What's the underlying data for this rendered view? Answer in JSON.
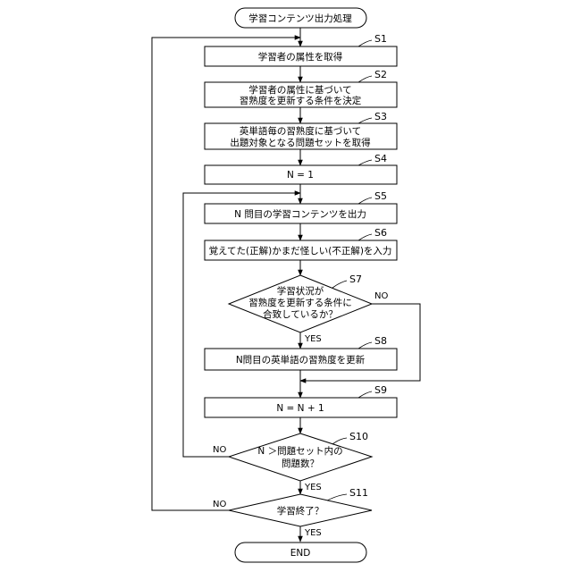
{
  "start": "学習コンテンツ出力処理",
  "end": "END",
  "steps": {
    "s1": {
      "id": "S1",
      "lines": [
        "学習者の属性を取得"
      ]
    },
    "s2": {
      "id": "S2",
      "lines": [
        "学習者の属性に基づいて",
        "習熟度を更新する条件を決定"
      ]
    },
    "s3": {
      "id": "S3",
      "lines": [
        "英単語毎の習熟度に基づいて",
        "出題対象となる問題セットを取得"
      ]
    },
    "s4": {
      "id": "S4",
      "lines": [
        "N = 1"
      ]
    },
    "s5": {
      "id": "S5",
      "lines": [
        "N 問目の学習コンテンツを出力"
      ]
    },
    "s6": {
      "id": "S6",
      "lines": [
        "覚えてた(正解)かまだ怪しい(不正解)を入力"
      ]
    },
    "s7": {
      "id": "S7",
      "lines": [
        "学習状況が",
        "習熟度を更新する条件に",
        "合致しているか？"
      ]
    },
    "s8": {
      "id": "S8",
      "lines": [
        "N問目の英単語の習熟度を更新"
      ]
    },
    "s9": {
      "id": "S9",
      "lines": [
        "N = N + 1"
      ]
    },
    "s10": {
      "id": "S10",
      "lines": [
        "N ＞問題セット内の",
        "問題数？"
      ]
    },
    "s11": {
      "id": "S11",
      "lines": [
        "学習終了？"
      ]
    }
  },
  "branch_labels": {
    "yes": "YES",
    "no": "NO"
  }
}
